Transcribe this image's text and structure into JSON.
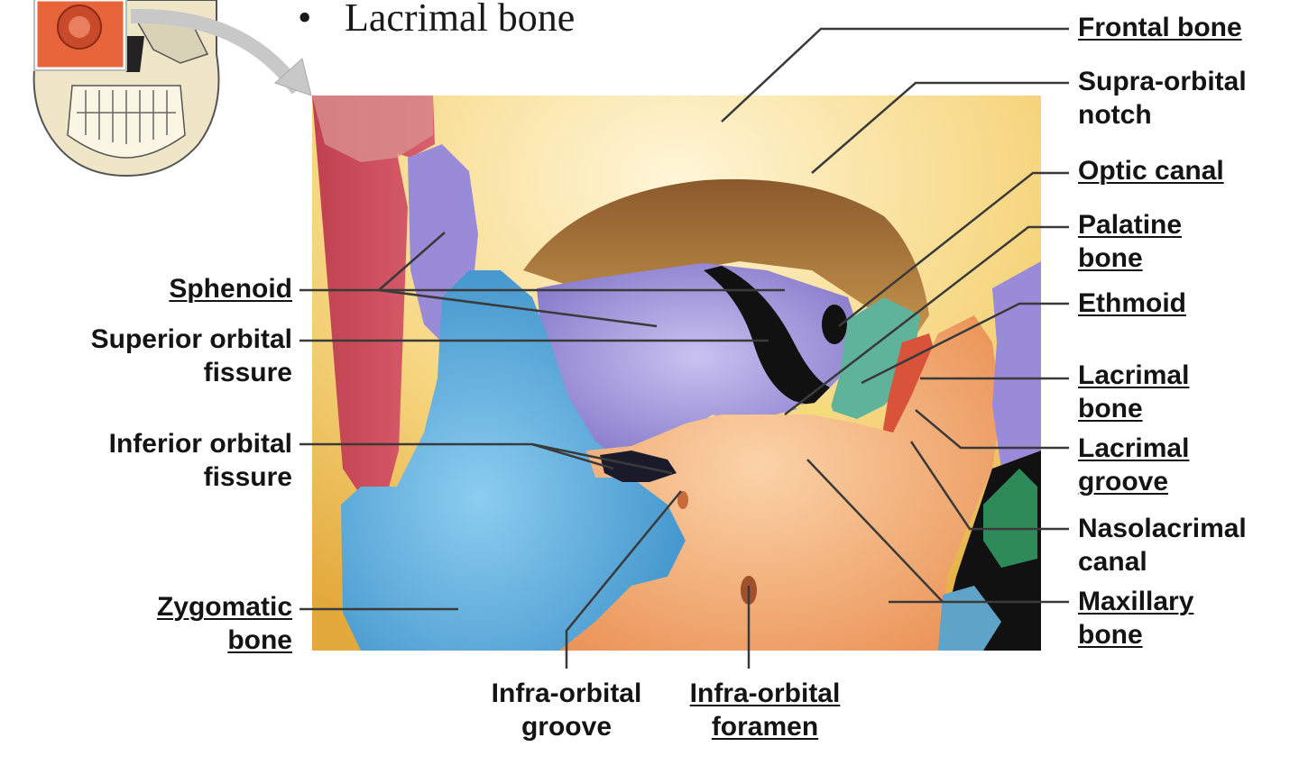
{
  "slide": {
    "bullet": "•",
    "title": "Lacrimal bone"
  },
  "thumbnail": {
    "icon": "skull-icon"
  },
  "labels": {
    "frontal_bone": "Frontal bone",
    "supra_orbital_notch_1": "Supra-orbital",
    "supra_orbital_notch_2": "notch",
    "optic_canal": "Optic canal",
    "palatine_bone_1": "Palatine",
    "palatine_bone_2": "bone",
    "ethmoid": "Ethmoid",
    "lacrimal_bone_1": "Lacrimal",
    "lacrimal_bone_2": "bone",
    "lacrimal_groove_1": "Lacrimal",
    "lacrimal_groove_2": "groove",
    "nasolacrimal_canal_1": "Nasolacrimal",
    "nasolacrimal_canal_2": "canal",
    "maxillary_bone_1": "Maxillary",
    "maxillary_bone_2": "bone",
    "sphenoid": "Sphenoid",
    "superior_orbital_fissure_1": "Superior orbital",
    "superior_orbital_fissure_2": "fissure",
    "inferior_orbital_fissure_1": "Inferior orbital",
    "inferior_orbital_fissure_2": "fissure",
    "zygomatic_bone_1": "Zygomatic",
    "zygomatic_bone_2": "bone",
    "infra_orbital_groove_1": "Infra-orbital",
    "infra_orbital_groove_2": "groove",
    "infra_orbital_foramen_1": "Infra-orbital",
    "infra_orbital_foramen_2": "foramen"
  },
  "colors": {
    "frontal": "#f2c65a",
    "sphenoid": "#9a8fd6",
    "zygomatic": "#4fa3d6",
    "maxillary": "#f0a35e",
    "ethmoid": "#5fb39a",
    "lacrimal": "#d8533a",
    "temporal": "#c94a5a",
    "nasal": "#2f8a5a",
    "label_text": "#141414",
    "leader_line": "#3a3a3a"
  }
}
